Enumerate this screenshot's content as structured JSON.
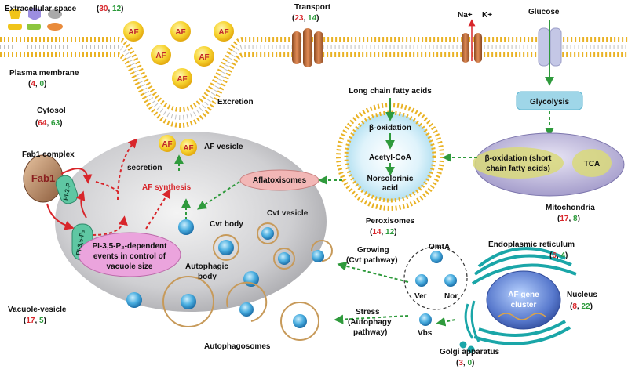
{
  "labels": {
    "extracellular": "Extracellular space",
    "plasma_membrane": "Plasma membrane",
    "cytosol": "Cytosol",
    "transport": "Transport",
    "glucose": "Glucose",
    "na": "Na+",
    "k": "K+",
    "excretion": "Excretion",
    "af_vesicle": "AF vesicle",
    "fab1_complex": "Fab1 complex",
    "fab1": "Fab1",
    "pi3p": "PI-3-P",
    "pi35p2": "PI-3,5-P₂",
    "secretion": "secretion",
    "af_synthesis": "AF synthesis",
    "pi_events_1": "PI-3,5-P₂-dependent",
    "pi_events_2": "events in control of",
    "pi_events_3": "vacuole size",
    "cvt_body": "Cvt body",
    "autophagic_body_1": "Autophagic",
    "autophagic_body_2": "body",
    "cvt_vesicle": "Cvt vesicle",
    "aflatoxisomes": "Aflatoxisomes",
    "long_chain": "Long chain fatty acids",
    "beta_ox": "β-oxidation",
    "acetyl_coa": "Acetyl-CoA",
    "norsolorinic_1": "Norsolorinic",
    "norsolorinic_2": "acid",
    "peroxisomes": "Peroxisomes",
    "glycolysis": "Glycolysis",
    "beta_short_1": "β-oxidation (short",
    "beta_short_2": "chain fatty acids)",
    "tca": "TCA",
    "mitochondria": "Mitochondria",
    "growing_1": "Growing",
    "growing_2": "(Cvt pathway)",
    "stress_1": "Stress",
    "stress_2": "(Autophagy",
    "stress_3": "pathway)",
    "omta": "OmtA",
    "ver": "Ver",
    "nor": "Nor",
    "vbs": "Vbs",
    "er": "Endoplasmic reticulum",
    "nucleus": "Nucleus",
    "af_gene_1": "AF gene",
    "af_gene_2": "cluster",
    "golgi": "Golgi apparatus",
    "vacuole_vesicle": "Vacuole-vesicle",
    "autophagosomes": "Autophagosomes",
    "af": "AF"
  },
  "counts": {
    "extracellular": {
      "red": "30",
      "green": "12"
    },
    "transport": {
      "red": "23",
      "green": "14"
    },
    "plasma_membrane": {
      "red": "4",
      "green": "0"
    },
    "cytosol": {
      "red": "64",
      "green": "63"
    },
    "peroxisomes": {
      "red": "14",
      "green": "12"
    },
    "mitochondria": {
      "red": "17",
      "green": "8"
    },
    "er": {
      "red": "6",
      "green": "4"
    },
    "nucleus": {
      "red": "8",
      "green": "22"
    },
    "golgi": {
      "red": "3",
      "green": "0"
    },
    "vacuole_vesicle": {
      "red": "17",
      "green": "5"
    }
  },
  "colors": {
    "count_red": "#d8262b",
    "count_green": "#2b9a3a",
    "arrow_green": "#2f9a3c",
    "arrow_red": "#d8262b",
    "af_yellow": "#f3c21c",
    "membrane_head": "#e9b224",
    "vacuole_gray": "#bfbfc2",
    "mito_purple": "#b9b3d6",
    "glycolysis_blue": "#9fd6e8",
    "aflatoxisome_pink": "#f2b7b6",
    "pi_event_pink": "#eba4dd",
    "pi_green": "#5fc7a3",
    "vesicle_blue": "#2a8fc6",
    "er_teal": "#1aa6a8",
    "nucleus_blue": "#4565b5"
  }
}
